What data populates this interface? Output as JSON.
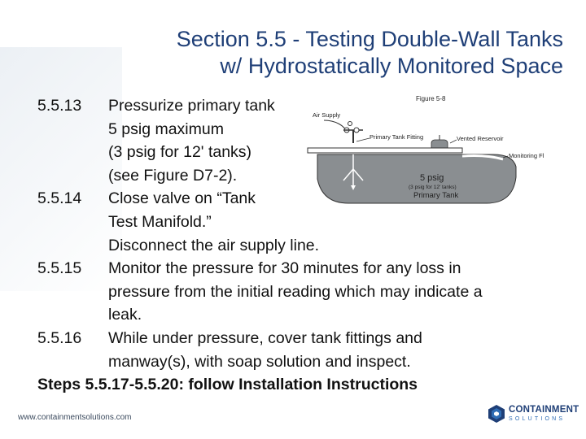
{
  "slide": {
    "title_line1": "Section 5.5 - Testing Double-Wall Tanks",
    "title_line2": "w/ Hydrostatically Monitored Space"
  },
  "steps": [
    {
      "number": "5.5.13",
      "lines": [
        "Pressurize primary tank",
        "5 psig maximum",
        "(3 psig for 12' tanks)",
        "(see Figure D7-2)."
      ]
    },
    {
      "number": "5.5.14",
      "lines": [
        "Close valve on “Tank",
        "Test Manifold.”",
        "Disconnect the air supply line."
      ]
    },
    {
      "number": "5.5.15",
      "lines": [
        "Monitor the pressure for 30 minutes for any loss in",
        "pressure from the initial reading which may indicate a",
        "leak."
      ]
    },
    {
      "number": "5.5.16",
      "lines": [
        "While under pressure, cover tank fittings and",
        "manway(s), with soap solution and inspect."
      ]
    }
  ],
  "final_note": "Steps 5.5.17-5.5.20: follow Installation Instructions",
  "figure": {
    "caption": "Figure 5-8",
    "air_supply": "Air Supply",
    "primary_tank_fitting": "Primary Tank Fitting",
    "vented_reservoir": "Vented Reservoir",
    "monitoring_fluid": "Monitoring Fluid",
    "pressure": "5 psig",
    "pressure_note": "(3 psig for 12' tanks)",
    "tank_label": "Primary Tank"
  },
  "footer": {
    "url": "www.containmentsolutions.com",
    "logo_word": "CONTAINMENT",
    "logo_sub": "SOLUTIONS"
  },
  "colors": {
    "title": "#1f3f77",
    "tank_fill": "#8a8e91",
    "logo_blue": "#2f6db5"
  }
}
